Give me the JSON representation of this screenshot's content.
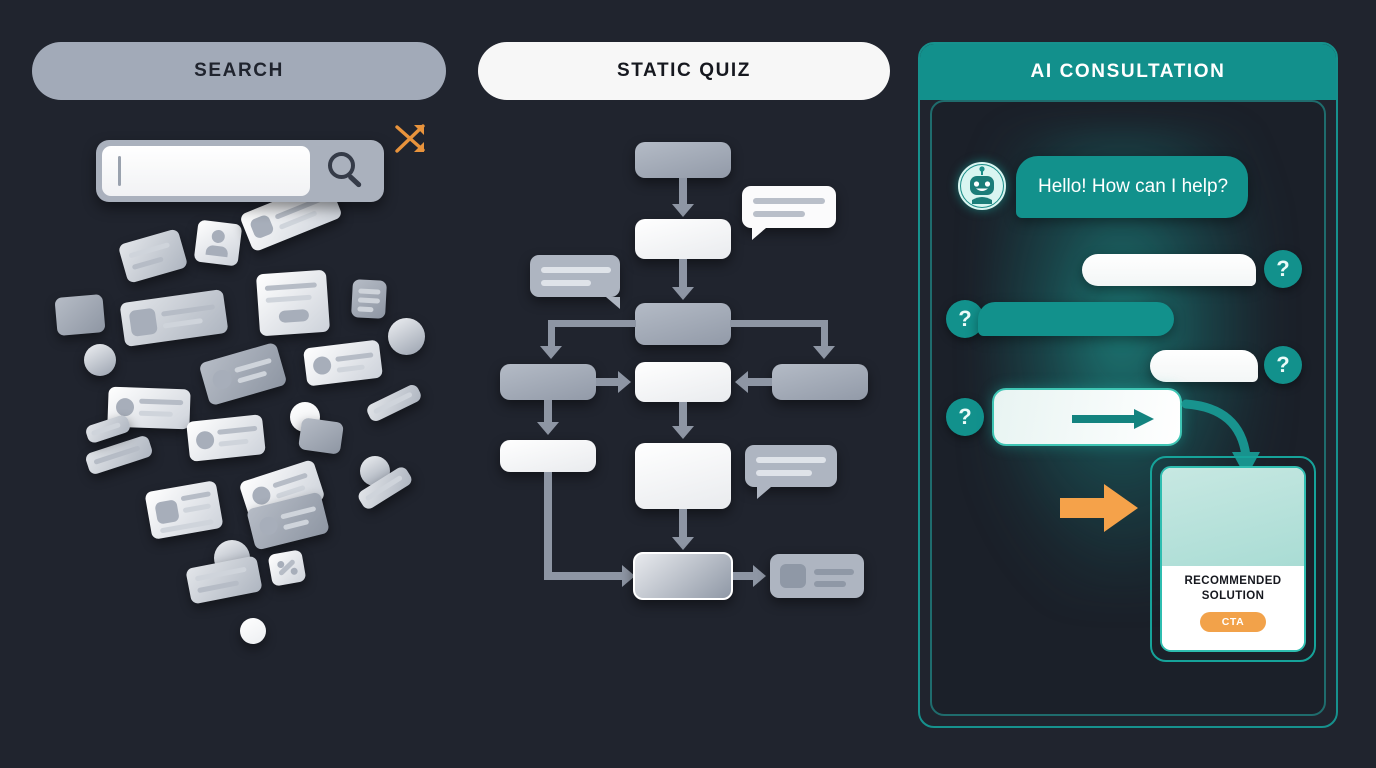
{
  "background_color": "#20242e",
  "columns": [
    {
      "id": "search",
      "title": "SEARCH",
      "header_bg": "#a2aab8",
      "header_fg": "#20242e"
    },
    {
      "id": "quiz",
      "title": "STATIC QUIZ",
      "header_bg": "#f7f7f7",
      "header_fg": "#16181f"
    },
    {
      "id": "ai",
      "title": "AI CONSULTATION",
      "header_bg": "#12908c",
      "header_fg": "#ffffff"
    }
  ],
  "search_panel": {
    "title": "SEARCH",
    "search_input": {
      "value": "",
      "placeholder": ""
    },
    "search_button_icon": "magnifier-icon",
    "shuffle_icon": "shuffle-icon",
    "shuffle_icon_color": "#e8933c",
    "scattered_cards_count": 27,
    "card_colors": {
      "light": "#ffffff",
      "mid": "#cdd2da",
      "dim": "#8e96a3"
    }
  },
  "quiz_panel": {
    "title": "STATIC QUIZ",
    "node_count": 9,
    "speech_bubbles": 3,
    "connector_color": "#8e96a4",
    "node_colors": {
      "grey": "#a4acb9",
      "white": "#ffffff"
    }
  },
  "ai_panel": {
    "title": "AI CONSULTATION",
    "accent_color": "#12918c",
    "border_color": "#16918d",
    "avatar_icon": "robot-avatar-icon",
    "messages": [
      {
        "id": "greeting",
        "sender": "bot",
        "text": "Hello! How can I help?",
        "style": "teal"
      },
      {
        "id": "reply-1",
        "sender": "user",
        "text": "",
        "style": "white"
      },
      {
        "id": "reply-2",
        "sender": "bot",
        "text": "",
        "style": "teal"
      },
      {
        "id": "reply-3",
        "sender": "user",
        "text": "",
        "style": "white"
      },
      {
        "id": "reply-4",
        "sender": "user",
        "text": "",
        "style": "white-arrow"
      }
    ],
    "question_badges": [
      {
        "id": "q1",
        "label": "?"
      },
      {
        "id": "q2",
        "label": "?"
      },
      {
        "id": "q3",
        "label": "?"
      },
      {
        "id": "q4",
        "label": "?"
      }
    ],
    "flow_arrow_icon": "curved-arrow-icon",
    "highlight_arrow_icon": "right-arrow-icon",
    "highlight_arrow_color": "#f5a24a",
    "solution_card": {
      "title_line_1": "RECOMMENDED",
      "title_line_2": "SOLUTION",
      "cta_label": "CTA",
      "cta_color": "#f2a24a"
    }
  }
}
